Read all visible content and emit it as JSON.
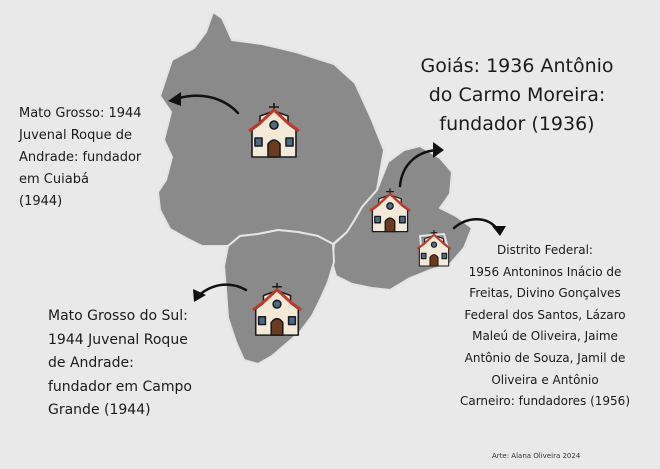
{
  "map": {
    "region_fill": "#8a8a8a",
    "border_color": "#e4e4e4",
    "background": "#e9e9e9"
  },
  "labels": {
    "mato_grosso": "Mato Grosso: 1944\nJuvenal Roque de\nAndrade: fundador\nem Cuiabá\n(1944)",
    "goias": "Goiás: 1936 Antônio\ndo Carmo Moreira:\nfundador (1936)",
    "mato_grosso_do_sul": "Mato Grosso do Sul:\n1944 Juvenal Roque\nde Andrade:\nfundador em Campo\nGrande (1944)",
    "distrito_federal": "Distrito Federal:\n1956 Antoninos Inácio de\nFreitas, Divino Gonçalves\nFederal dos Santos, Lázaro\nMaleú de Oliveira, Jaime\nAntônio de Souza, Jamil de\nOliveira e Antônio\nCarneiro: fundadores (1956)"
  },
  "credit": "Arte: Alana Oliveira 2024",
  "icons": {
    "marker": "church-icon",
    "pointer": "curved-arrow-icon"
  }
}
